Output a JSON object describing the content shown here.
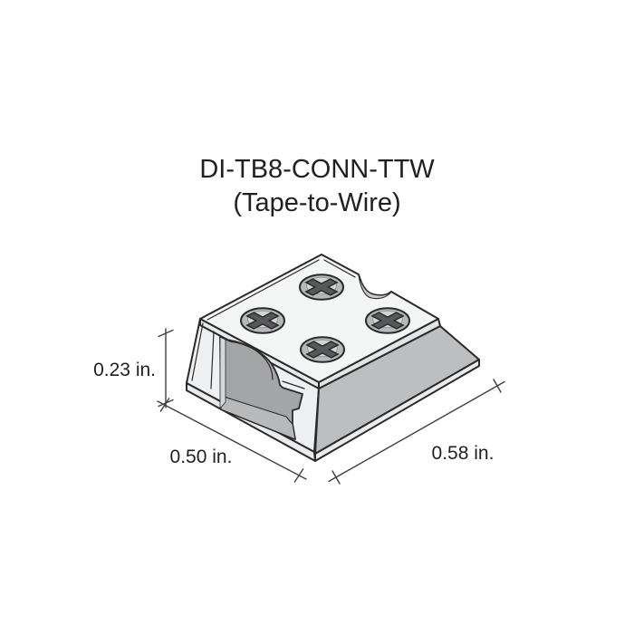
{
  "title": {
    "line1": "DI-TB8-CONN-TTW",
    "line2": "(Tape-to-Wire)"
  },
  "dimensions": {
    "height": {
      "label": "0.23 in."
    },
    "width": {
      "label": "0.50 in."
    },
    "depth": {
      "label": "0.58 in."
    }
  },
  "drawing": {
    "kind": "isometric-technical-drawing",
    "screw_count": 4
  },
  "colors": {
    "background": "#ffffff",
    "outline": "#2a2a2b",
    "top_face": "#f4f5f5",
    "front_face": "#eff0f1",
    "sloped_face": "#bdbebf",
    "edge_band_left": "#e9eaeb",
    "edge_band_right": "#e4e5e6",
    "base_band": "#ebeced",
    "notch_wall": "#c8c9ca",
    "interior_wall": "#a4a5a7",
    "interior_floor": "#b8b9bb",
    "interior_sliver": "#d6d7d8",
    "screw_ring": "#b7b8b9",
    "screw_head": "#d3d4d4",
    "screw_cross": "#57585a",
    "dimension_line": "#3f3f41",
    "text": "#221f20"
  }
}
